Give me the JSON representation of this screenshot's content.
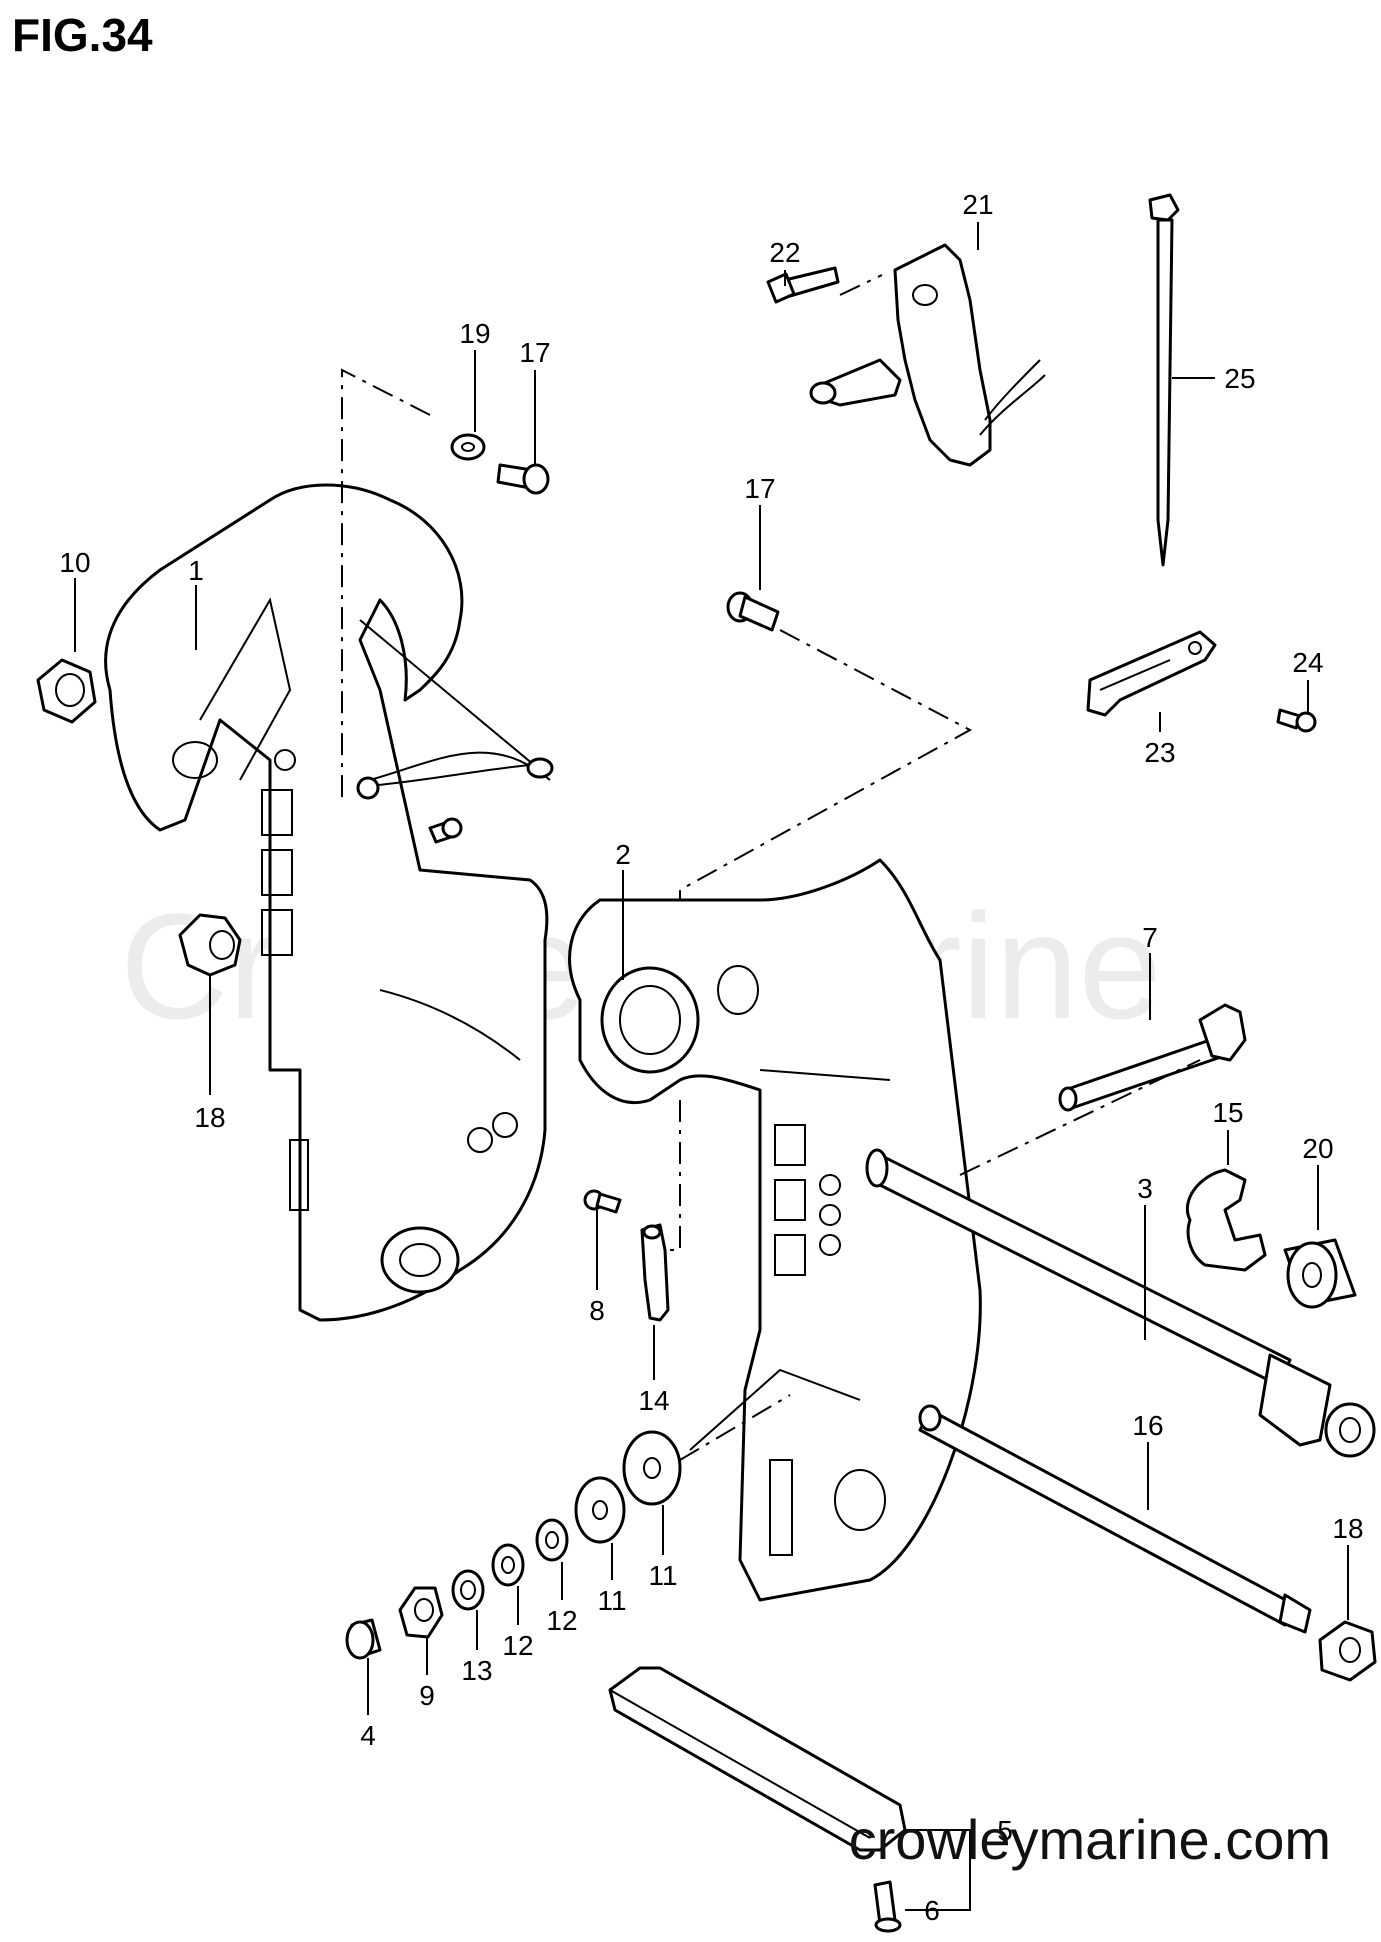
{
  "title": "FIG.34",
  "watermark": "Crowley Marine",
  "footer": "crowleymarine.com",
  "callouts": [
    {
      "id": "c1",
      "text": "1"
    },
    {
      "id": "c2",
      "text": "2"
    },
    {
      "id": "c3",
      "text": "3"
    },
    {
      "id": "c4",
      "text": "4"
    },
    {
      "id": "c5",
      "text": "5"
    },
    {
      "id": "c6",
      "text": "6"
    },
    {
      "id": "c7",
      "text": "7"
    },
    {
      "id": "c8",
      "text": "8"
    },
    {
      "id": "c9",
      "text": "9"
    },
    {
      "id": "c10",
      "text": "10"
    },
    {
      "id": "c11a",
      "text": "11"
    },
    {
      "id": "c11b",
      "text": "11"
    },
    {
      "id": "c12a",
      "text": "12"
    },
    {
      "id": "c12b",
      "text": "12"
    },
    {
      "id": "c13",
      "text": "13"
    },
    {
      "id": "c14",
      "text": "14"
    },
    {
      "id": "c15",
      "text": "15"
    },
    {
      "id": "c16",
      "text": "16"
    },
    {
      "id": "c17a",
      "text": "17"
    },
    {
      "id": "c17b",
      "text": "17"
    },
    {
      "id": "c18a",
      "text": "18"
    },
    {
      "id": "c18b",
      "text": "18"
    },
    {
      "id": "c19",
      "text": "19"
    },
    {
      "id": "c20",
      "text": "20"
    },
    {
      "id": "c21",
      "text": "21"
    },
    {
      "id": "c22",
      "text": "22"
    },
    {
      "id": "c23",
      "text": "23"
    },
    {
      "id": "c24",
      "text": "24"
    },
    {
      "id": "c25",
      "text": "25"
    }
  ]
}
